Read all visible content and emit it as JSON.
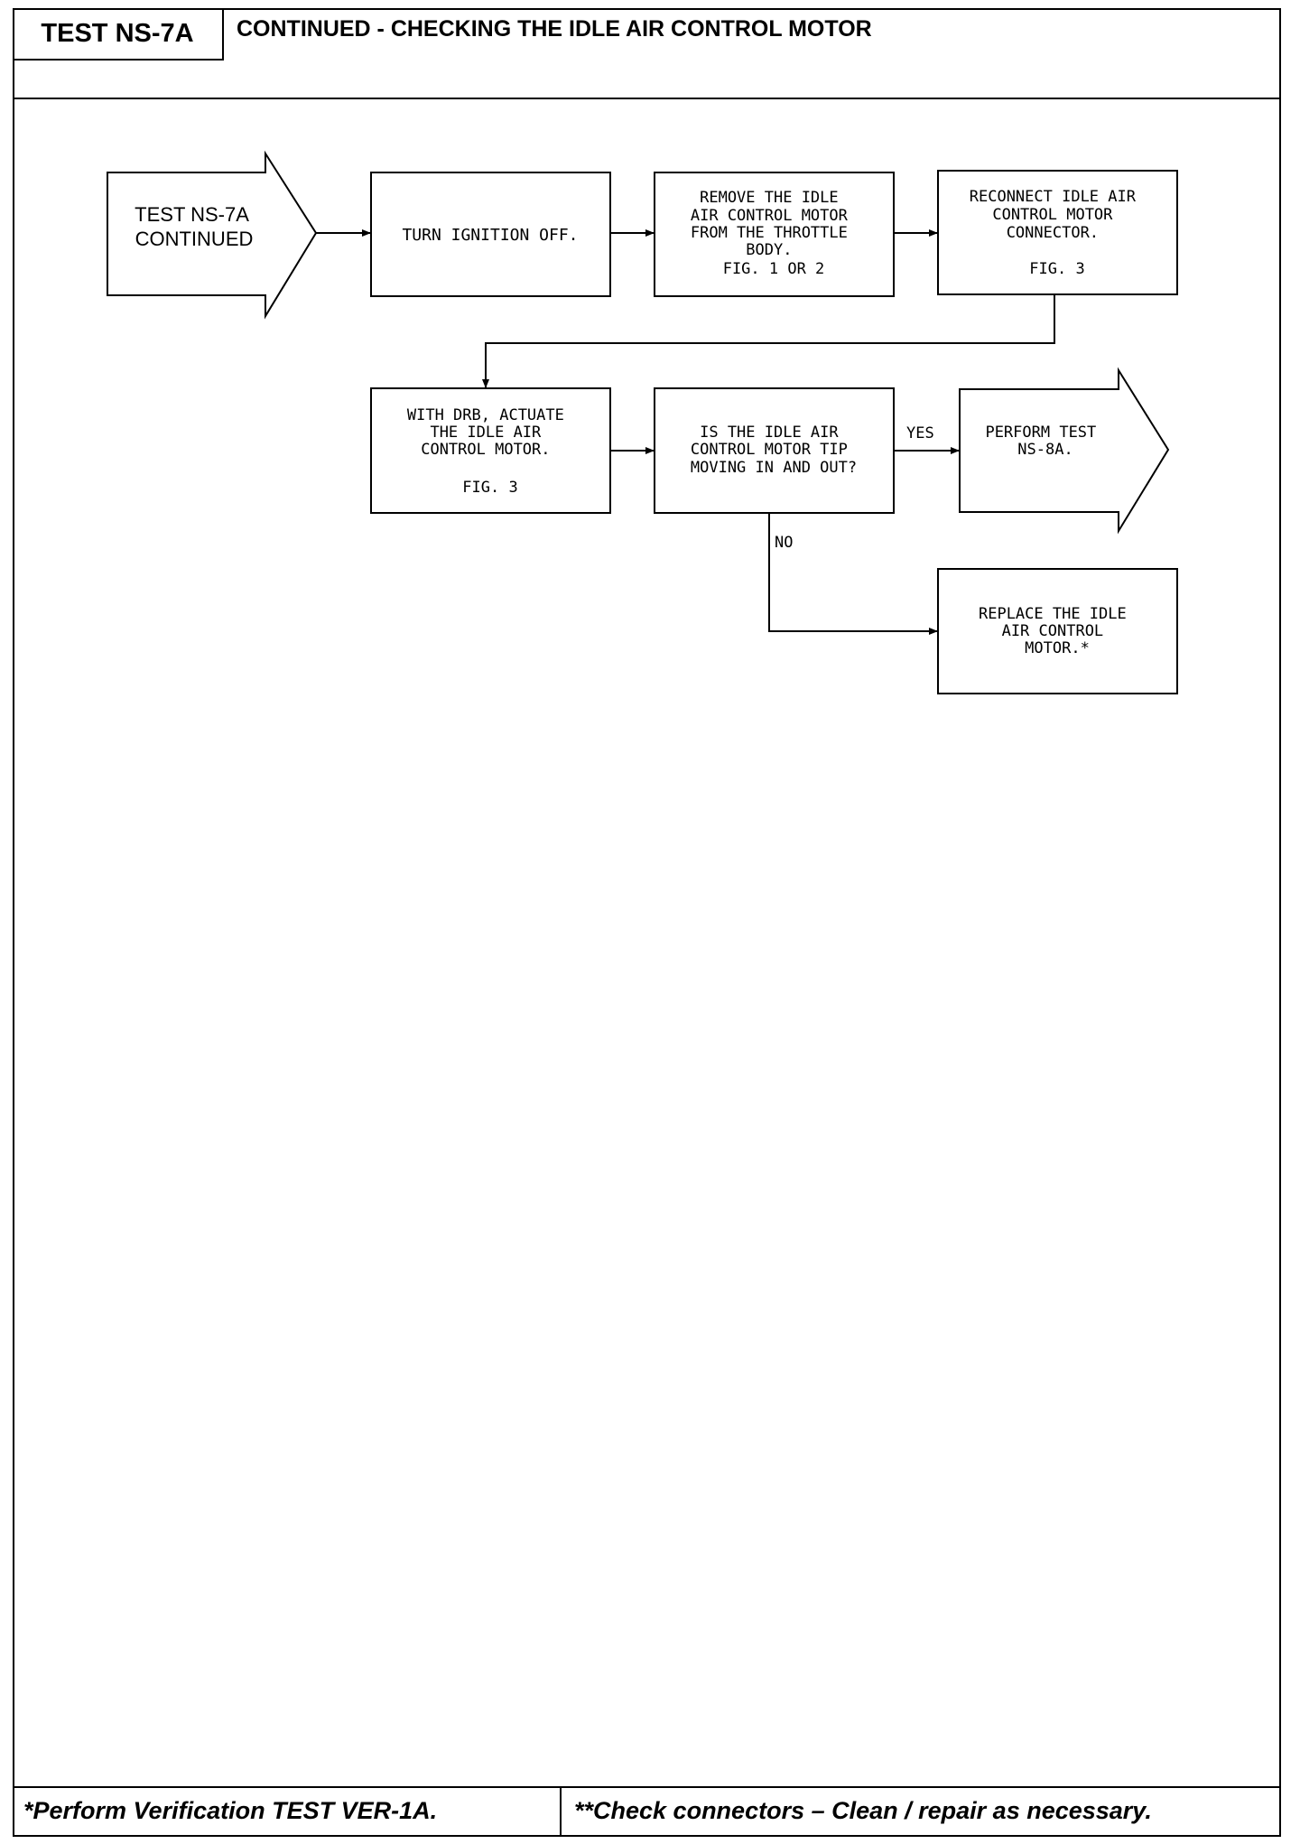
{
  "header": {
    "test_id": "TEST NS-7A",
    "title": "CONTINUED - CHECKING THE IDLE AIR CONTROL MOTOR"
  },
  "flowchart": {
    "start": [
      "TEST NS-7A",
      "CONTINUED"
    ],
    "step_turn_off": [
      "TURN IGNITION OFF."
    ],
    "step_remove": [
      "REMOVE THE IDLE",
      "AIR CONTROL MOTOR",
      "FROM THE THROTTLE",
      "BODY.",
      "FIG. 1 OR 2"
    ],
    "step_reconnect": [
      "RECONNECT IDLE AIR",
      "CONTROL MOTOR",
      "CONNECTOR.",
      "FIG. 3"
    ],
    "step_actuate": [
      "WITH DRB, ACTUATE",
      "THE IDLE AIR",
      "CONTROL MOTOR.",
      "FIG. 3"
    ],
    "decision": [
      "IS THE IDLE AIR",
      "CONTROL MOTOR TIP",
      "MOVING IN AND OUT?"
    ],
    "yes_label": "YES",
    "no_label": "NO",
    "yes_result": [
      "PERFORM TEST",
      "NS-8A."
    ],
    "no_result": [
      "REPLACE THE IDLE",
      "AIR CONTROL",
      "MOTOR.*"
    ]
  },
  "footer": {
    "left": "*Perform Verification TEST VER-1A.",
    "right": "**Check connectors – Clean / repair as necessary."
  }
}
